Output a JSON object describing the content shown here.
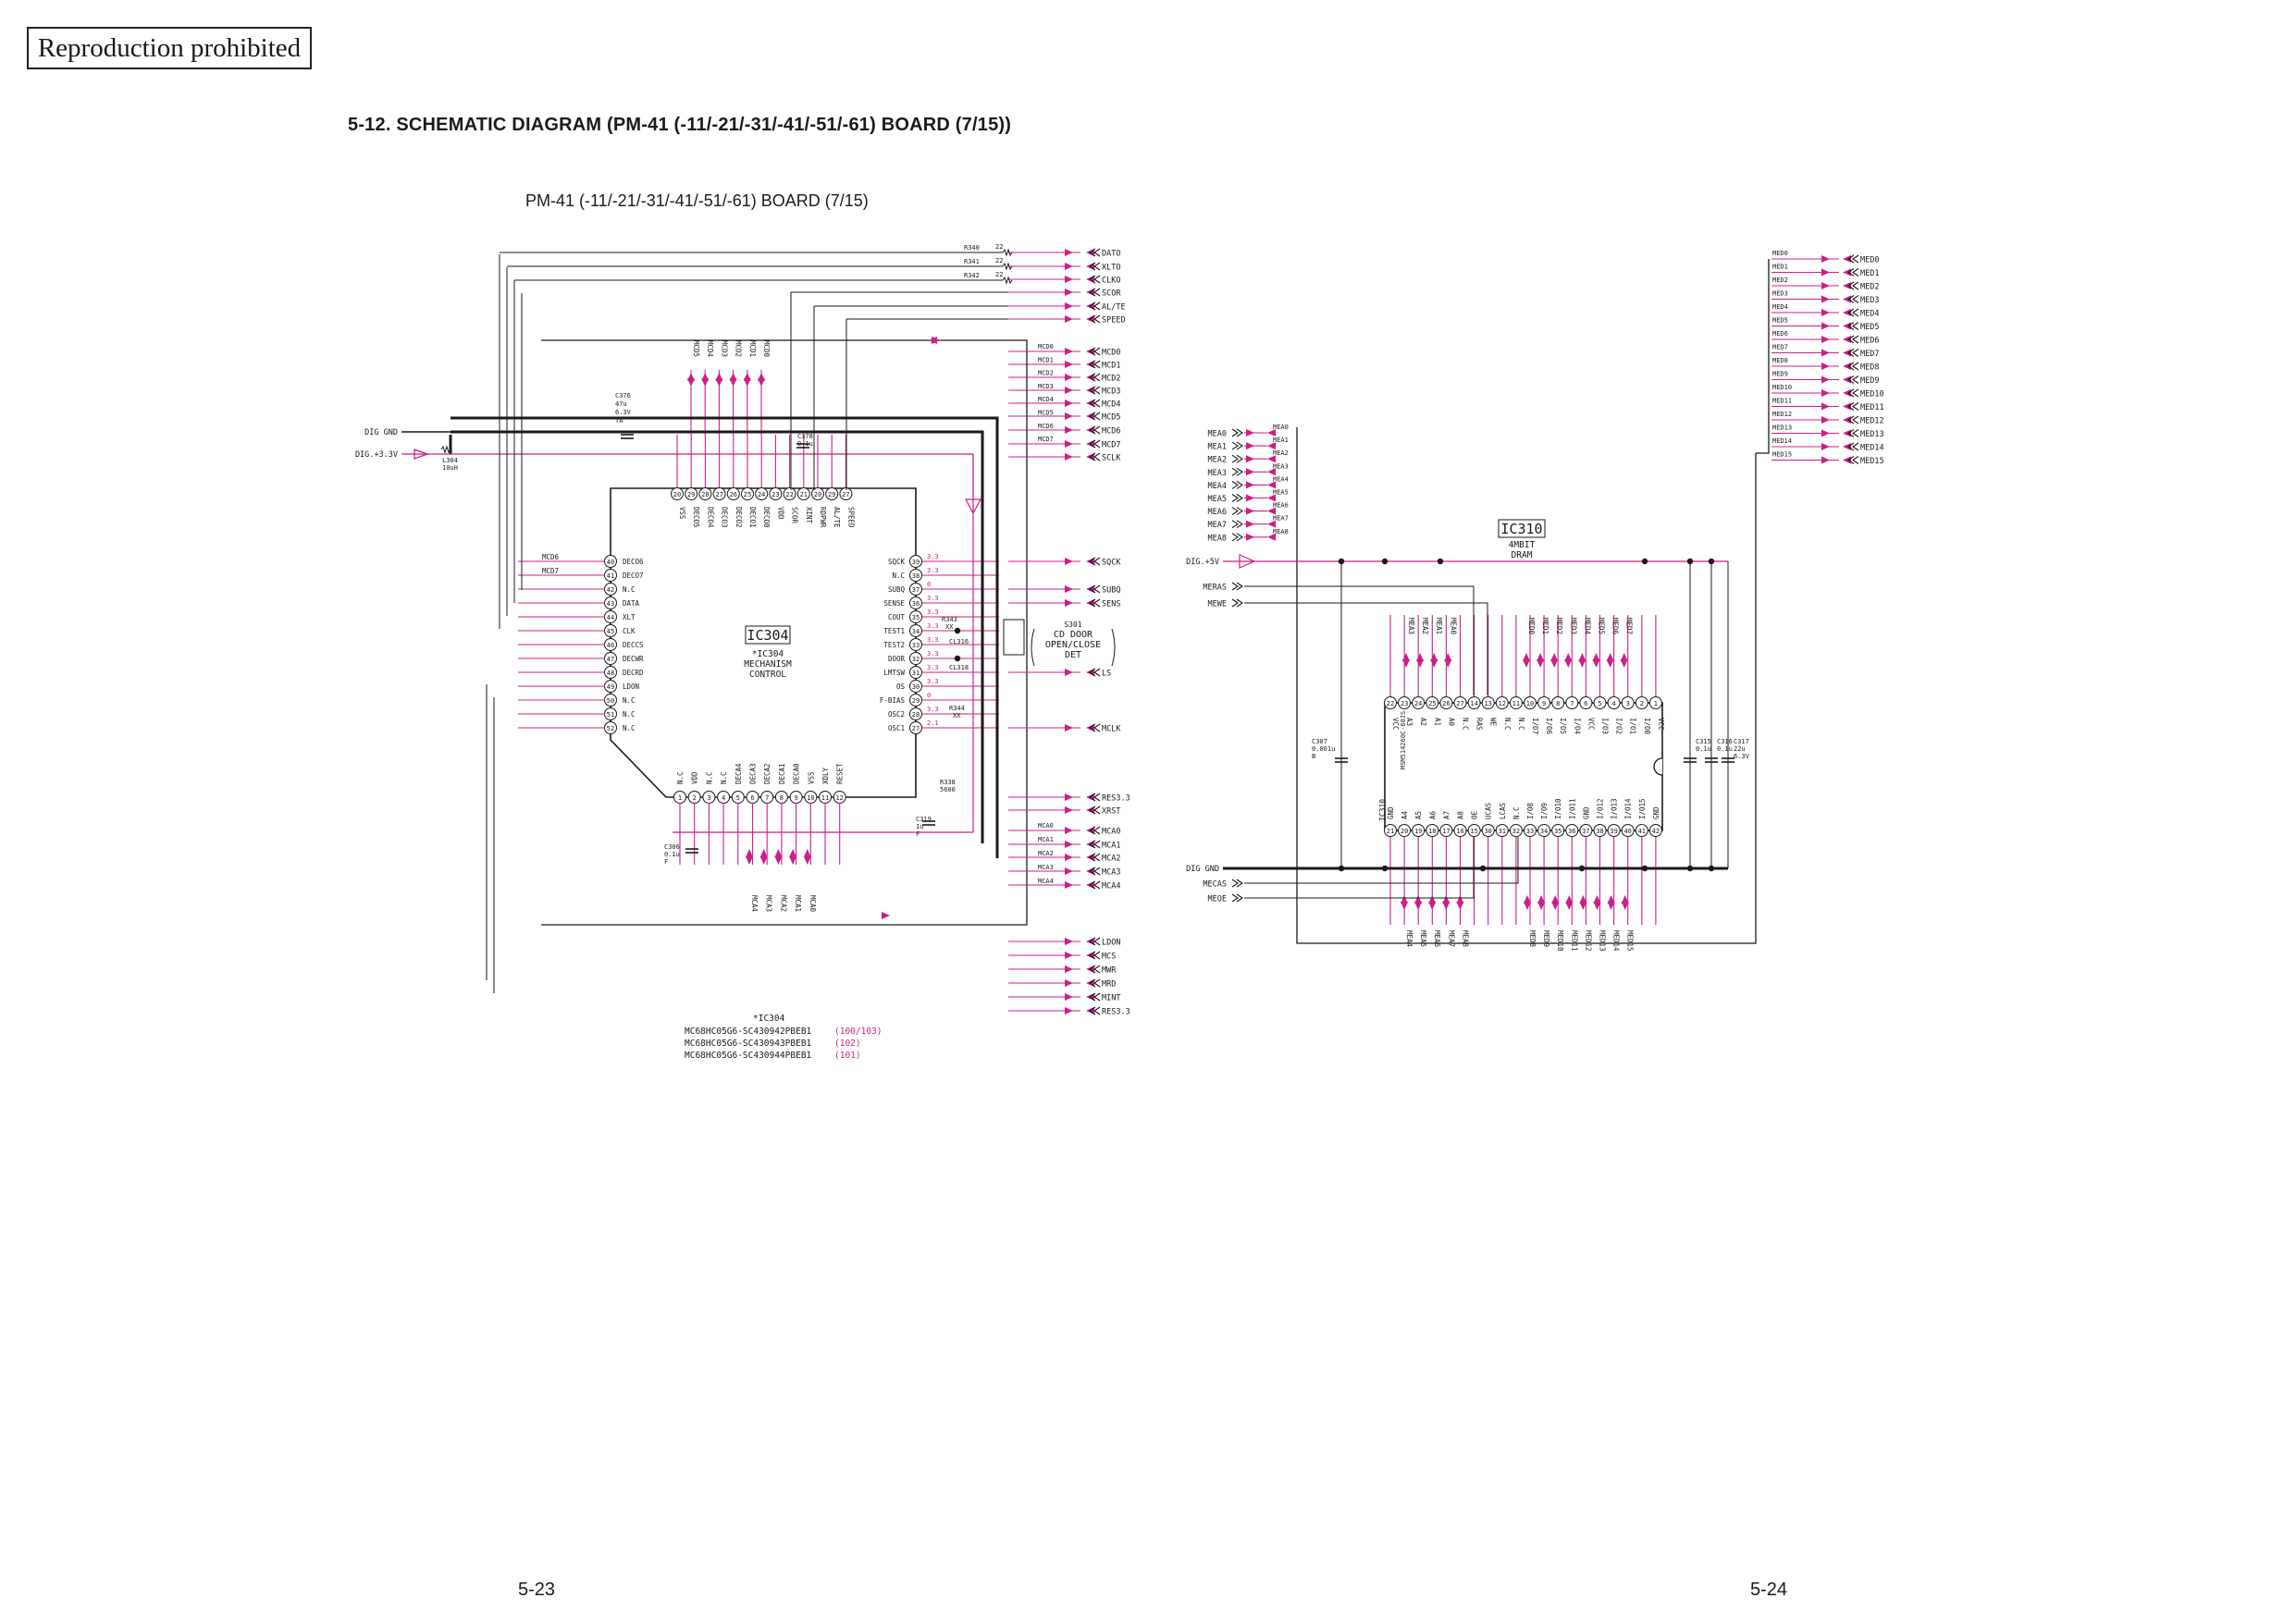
{
  "header": {
    "stamp": "Reproduction prohibited",
    "heading": "5-12. SCHEMATIC DIAGRAM (PM-41 (-11/-21/-31/-41/-51/-61) BOARD (7/15))",
    "board_title": "PM-41 (-11/-21/-31/-41/-51/-61) BOARD (7/15)"
  },
  "footer": {
    "left_page": "5-23",
    "right_page": "5-24"
  },
  "colors": {
    "wire": "#1a1a1a",
    "signal": "#cc1f88",
    "voltage": "#cc1f88"
  },
  "ic304": {
    "ref": "IC304",
    "desc": [
      "*IC304",
      "MECHANISM",
      "CONTROL"
    ],
    "top_pins": [
      {
        "num": "20",
        "name": "VSS"
      },
      {
        "num": "29",
        "name": "DECO5"
      },
      {
        "num": "28",
        "name": "DECO4"
      },
      {
        "num": "27",
        "name": "DECO3"
      },
      {
        "num": "26",
        "name": "DECO2"
      },
      {
        "num": "25",
        "name": "DECO1"
      },
      {
        "num": "24",
        "name": "DECO0"
      },
      {
        "num": "23",
        "name": "VDD"
      },
      {
        "num": "22",
        "name": "SCOR"
      },
      {
        "num": "21",
        "name": "XINT"
      },
      {
        "num": "20",
        "name": "RDPWR"
      },
      {
        "num": "29",
        "name": "AL/TE"
      },
      {
        "num": "27",
        "name": "SPEED"
      }
    ],
    "left_pins": [
      {
        "num": "40",
        "name": "DECO6"
      },
      {
        "num": "41",
        "name": "DECO7"
      },
      {
        "num": "42",
        "name": "N.C"
      },
      {
        "num": "43",
        "name": "DATA"
      },
      {
        "num": "44",
        "name": "XLT"
      },
      {
        "num": "45",
        "name": "CLK"
      },
      {
        "num": "46",
        "name": "DECCS"
      },
      {
        "num": "47",
        "name": "DECWR"
      },
      {
        "num": "48",
        "name": "DECRD"
      },
      {
        "num": "49",
        "name": "LDON"
      },
      {
        "num": "50",
        "name": "N.C"
      },
      {
        "num": "51",
        "name": "N.C"
      },
      {
        "num": "52",
        "name": "N.C"
      }
    ],
    "right_pins": [
      {
        "num": "39",
        "name": "SQCK"
      },
      {
        "num": "38",
        "name": "N.C"
      },
      {
        "num": "37",
        "name": "SUBQ"
      },
      {
        "num": "36",
        "name": "SENSE"
      },
      {
        "num": "35",
        "name": "COUT"
      },
      {
        "num": "34",
        "name": "TEST1"
      },
      {
        "num": "33",
        "name": "TEST2"
      },
      {
        "num": "32",
        "name": "DOOR"
      },
      {
        "num": "31",
        "name": "LMTSW"
      },
      {
        "num": "30",
        "name": "OS"
      },
      {
        "num": "29",
        "name": "F-BIAS"
      },
      {
        "num": "28",
        "name": "OSC2"
      },
      {
        "num": "27",
        "name": "OSC1"
      }
    ],
    "bottom_pins": [
      {
        "num": "1",
        "name": "N.C"
      },
      {
        "num": "2",
        "name": "VDD"
      },
      {
        "num": "3",
        "name": "N.C"
      },
      {
        "num": "4",
        "name": "N.C"
      },
      {
        "num": "5",
        "name": "DECA4"
      },
      {
        "num": "6",
        "name": "DECA3"
      },
      {
        "num": "7",
        "name": "DECA2"
      },
      {
        "num": "8",
        "name": "DECA1"
      },
      {
        "num": "9",
        "name": "DECA0"
      },
      {
        "num": "10",
        "name": "VSS"
      },
      {
        "num": "11",
        "name": "XDLY"
      },
      {
        "num": "12",
        "name": "RESET"
      }
    ],
    "bus_top_labels": [
      "MCD5",
      "MCD4",
      "MCD3",
      "MCD2",
      "MCD1",
      "MCD0"
    ],
    "bus_left_labels": [
      "MCD6",
      "MCD7"
    ],
    "bus_bottom_labels": [
      "MCA4",
      "MCA3",
      "MCA2",
      "MCA1",
      "MCA0"
    ],
    "variants_title": "*IC304",
    "variants": [
      {
        "part": "MC68HC05G6-SC430942PBEB1",
        "note": "(100/103)"
      },
      {
        "part": "MC68HC05G6-SC430943PBEB1",
        "note": "(102)"
      },
      {
        "part": "MC68HC05G6-SC430944PBEB1",
        "note": "(101)"
      }
    ]
  },
  "ic304_left_inputs": [
    {
      "label": "DIG GND"
    },
    {
      "label": "DIG.+3.3V"
    }
  ],
  "ic304_components": {
    "c376": [
      "C376",
      "47u",
      "6.3V",
      "TA"
    ],
    "c378": [
      "C378",
      "0.1u"
    ],
    "l304": [
      "L304",
      "10uH"
    ],
    "r340": [
      "R340",
      "22"
    ],
    "r341": [
      "R341",
      "22"
    ],
    "r342": [
      "R342",
      "22"
    ],
    "r343": [
      "R343",
      "XX"
    ],
    "r344": [
      "R344",
      "XX"
    ],
    "r338": [
      "R338",
      "5600"
    ],
    "c319": [
      "C319",
      "1u",
      "F"
    ],
    "c306": [
      "C306",
      "0.1u",
      "F"
    ],
    "cl316": "CL316",
    "cl318": "CL318",
    "s301": [
      "S301",
      "CD DOOR",
      "OPEN/CLOSE",
      "DET"
    ]
  },
  "ic304_right_outputs": [
    "DATO",
    "XLTO",
    "CLKO",
    "SCOR",
    "AL/TE",
    "SPEED",
    "MCD0",
    "MCD1",
    "MCD2",
    "MCD3",
    "MCD4",
    "MCD5",
    "MCD6",
    "MCD7",
    "SCLK",
    "SQCK",
    "SUBQ",
    "SENS",
    "LS",
    "MCLK",
    "RES3.3",
    "XRST",
    "MCA0",
    "MCA1",
    "MCA2",
    "MCA3",
    "MCA4",
    "LDON",
    "MCS",
    "MWR",
    "MRD",
    "MINT",
    "RES3.3"
  ],
  "ic304_right_bus_labels": [
    "MCD0",
    "MCD1",
    "MCD2",
    "MCD3",
    "MCD4",
    "MCD5",
    "MCD6",
    "MCD7",
    "MCA0",
    "MCA1",
    "MCA2",
    "MCA3",
    "MCA4"
  ],
  "ic304_pin_voltages": [
    "3.3",
    "3.3",
    "0",
    "3.3",
    "3.3",
    "3.3",
    "3.3",
    "3.3",
    "3.3",
    "3.3",
    "0",
    "3.3",
    "2.1"
  ],
  "ic310": {
    "ref": "IC310",
    "desc": [
      "4MBIT",
      "DRAM"
    ],
    "part": "MSM514260C-60JS",
    "ref_vertical": "IC310",
    "top_pins": [
      {
        "num": "22",
        "name": "VCC"
      },
      {
        "num": "23",
        "name": "A3"
      },
      {
        "num": "24",
        "name": "A2"
      },
      {
        "num": "25",
        "name": "A1"
      },
      {
        "num": "26",
        "name": "A0"
      },
      {
        "num": "27",
        "name": "N.C"
      },
      {
        "num": "14",
        "name": "RAS"
      },
      {
        "num": "13",
        "name": "WE"
      },
      {
        "num": "12",
        "name": "N.C"
      },
      {
        "num": "11",
        "name": "N.C"
      },
      {
        "num": "10",
        "name": "I/O7"
      },
      {
        "num": "9",
        "name": "I/O6"
      },
      {
        "num": "8",
        "name": "I/O5"
      },
      {
        "num": "7",
        "name": "I/O4"
      },
      {
        "num": "6",
        "name": "VCC"
      },
      {
        "num": "5",
        "name": "I/O3"
      },
      {
        "num": "4",
        "name": "I/O2"
      },
      {
        "num": "3",
        "name": "I/O1"
      },
      {
        "num": "2",
        "name": "I/O0"
      },
      {
        "num": "1",
        "name": "VCC"
      }
    ],
    "bottom_pins": [
      {
        "num": "21",
        "name": "GND"
      },
      {
        "num": "20",
        "name": "A4"
      },
      {
        "num": "19",
        "name": "A5"
      },
      {
        "num": "18",
        "name": "A6"
      },
      {
        "num": "17",
        "name": "A7"
      },
      {
        "num": "16",
        "name": "A8"
      },
      {
        "num": "15",
        "name": "OE"
      },
      {
        "num": "30",
        "name": "UCAS"
      },
      {
        "num": "31",
        "name": "LCAS"
      },
      {
        "num": "32",
        "name": "N.C"
      },
      {
        "num": "33",
        "name": "I/O8"
      },
      {
        "num": "34",
        "name": "I/O9"
      },
      {
        "num": "35",
        "name": "I/O10"
      },
      {
        "num": "36",
        "name": "I/O11"
      },
      {
        "num": "37",
        "name": "GND"
      },
      {
        "num": "38",
        "name": "I/O12"
      },
      {
        "num": "39",
        "name": "I/O13"
      },
      {
        "num": "40",
        "name": "I/O14"
      },
      {
        "num": "41",
        "name": "I/O15"
      },
      {
        "num": "42",
        "name": "GND"
      }
    ],
    "addr_inputs": [
      "MEA0",
      "MEA1",
      "MEA2",
      "MEA3",
      "MEA4",
      "MEA5",
      "MEA6",
      "MEA7",
      "MEA8"
    ],
    "addr_bus_labels": [
      "MEA0",
      "MEA1",
      "MEA2",
      "MEA3",
      "MEA4",
      "MEA5",
      "MEA6",
      "MEA7",
      "MEA8"
    ],
    "data_outputs": [
      "MED0",
      "MED1",
      "MED2",
      "MED3",
      "MED4",
      "MED5",
      "MED6",
      "MED7",
      "MED8",
      "MED9",
      "MED10",
      "MED11",
      "MED12",
      "MED13",
      "MED14",
      "MED15"
    ],
    "data_bus_labels": [
      "MED0",
      "MED1",
      "MED2",
      "MED3",
      "MED4",
      "MED5",
      "MED6",
      "MED7",
      "MED8",
      "MED9",
      "MED10",
      "MED11",
      "MED12",
      "MED13",
      "MED14",
      "MED15"
    ],
    "top_bus_labels": [
      "MEA3",
      "MEA2",
      "MEA1",
      "MEA0",
      "MED0",
      "MED1",
      "MED2",
      "MED3",
      "MED4",
      "MED5",
      "MED6",
      "MED7"
    ],
    "bottom_bus_labels": [
      "MEA4",
      "MEA5",
      "MEA6",
      "MEA7",
      "MEA8",
      "MED8",
      "MED9",
      "MED10",
      "MED11",
      "MED12",
      "MED13",
      "MED14",
      "MED15"
    ],
    "left_inputs": [
      "DIG.+5V",
      "MERAS",
      "MEWE"
    ],
    "bottom_inputs": [
      "DIG GND",
      "MECAS",
      "MEOE"
    ],
    "c307": [
      "C307",
      "0.001u",
      "B"
    ],
    "c315": [
      "C315",
      "0.1u"
    ],
    "c316": [
      "C316",
      "0.1u"
    ],
    "c317": [
      "C317",
      "22u",
      "6.3V"
    ]
  }
}
